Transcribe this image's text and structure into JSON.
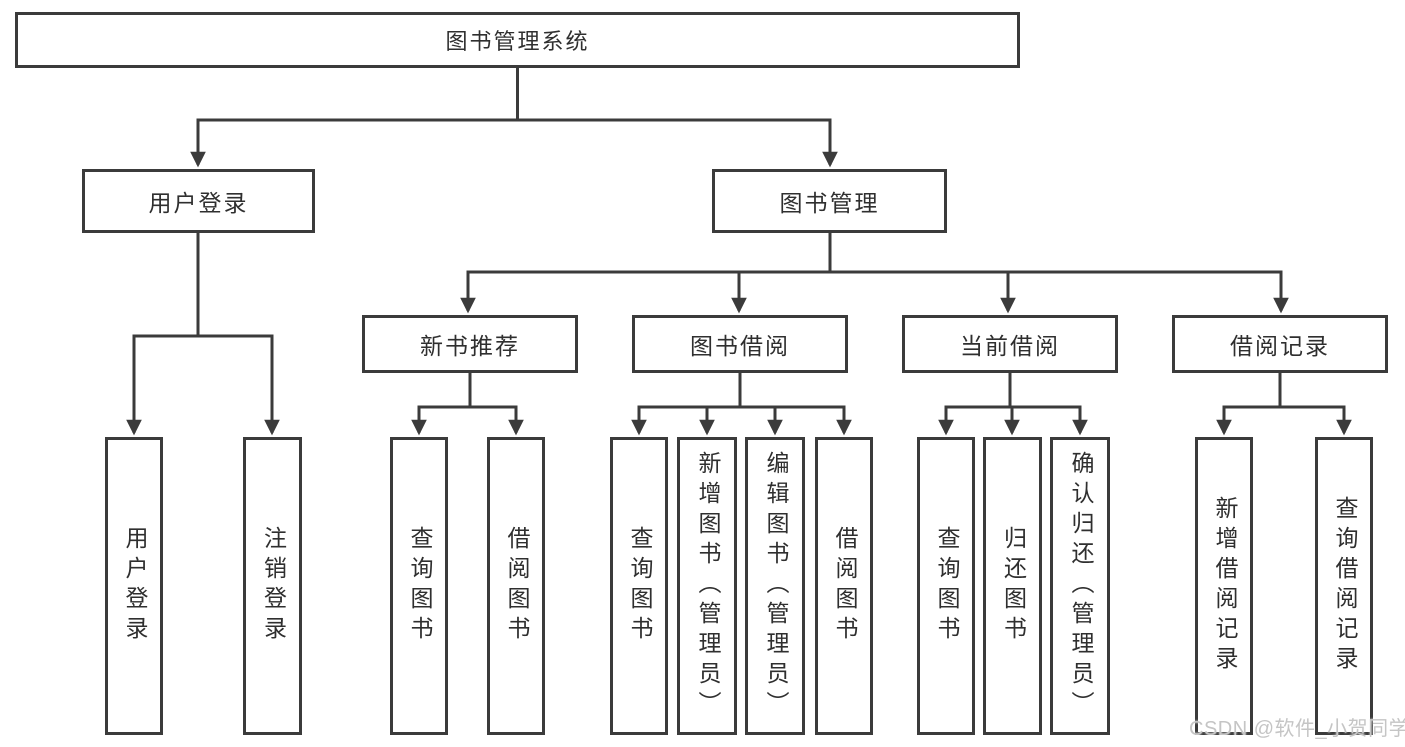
{
  "tree": {
    "root": "图书管理系统",
    "branches": {
      "user_login": {
        "label": "用户登录",
        "children": [
          "用户登录",
          "注销登录"
        ]
      },
      "book_mgmt": {
        "label": "图书管理",
        "sections": {
          "new_book": {
            "label": "新书推荐",
            "children": [
              "查询图书",
              "借阅图书"
            ]
          },
          "borrow": {
            "label": "图书借阅",
            "children": [
              "查询图书",
              "新增图书（管理员）",
              "编辑图书（管理员）",
              "借阅图书"
            ]
          },
          "current": {
            "label": "当前借阅",
            "children": [
              "查询图书",
              "归还图书",
              "确认归还（管理员）"
            ]
          },
          "records": {
            "label": "借阅记录",
            "children": [
              "新增借阅记录",
              "查询借阅记录"
            ]
          }
        }
      }
    }
  },
  "watermark": {
    "text": "CSDN @软件_小贺同学"
  },
  "colors": {
    "line": "#3b3b3b",
    "text": "#2f2f2f",
    "watermark": "#c5c5c5",
    "background": "#ffffff"
  }
}
